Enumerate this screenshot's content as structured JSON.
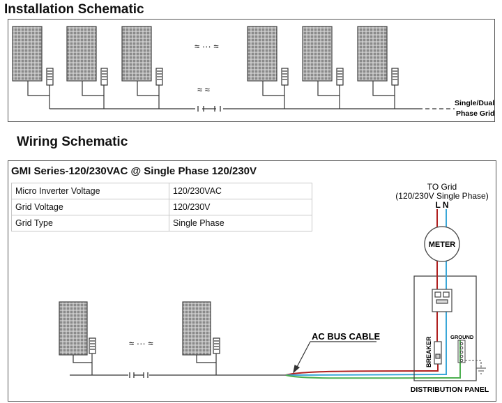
{
  "installation": {
    "title": "Installation Schematic",
    "grid_label_line1": "Single/Dual",
    "grid_label_line2": "Phase Grid",
    "ellipsis": "≈ ··· ≈",
    "ellipsis2": "≈  ≈"
  },
  "wiring": {
    "title": "Wiring Schematic",
    "series_title": "GMI Series-120/230VAC @ Single Phase 120/230V",
    "specs": [
      {
        "label": "Micro Inverter Voltage",
        "value": "120/230VAC"
      },
      {
        "label": "Grid  Voltage",
        "value": "120/230V"
      },
      {
        "label": "Grid Type",
        "value": "Single Phase"
      }
    ],
    "to_grid_line1": "TO Grid",
    "to_grid_line2": "(120/230V Single Phase)",
    "ln": "L N",
    "meter": "METER",
    "ground": "GROUND",
    "breaker": "BREAKER",
    "ac_bus_cable": "AC BUS CABLE",
    "distribution_panel": "DISTRIBUTION PANEL",
    "ellipsis": "≈ ··· ≈"
  },
  "colors": {
    "line_wire": "#b02020",
    "neutral_wire": "#3aa7d8",
    "ground_wire": "#4caf50"
  }
}
